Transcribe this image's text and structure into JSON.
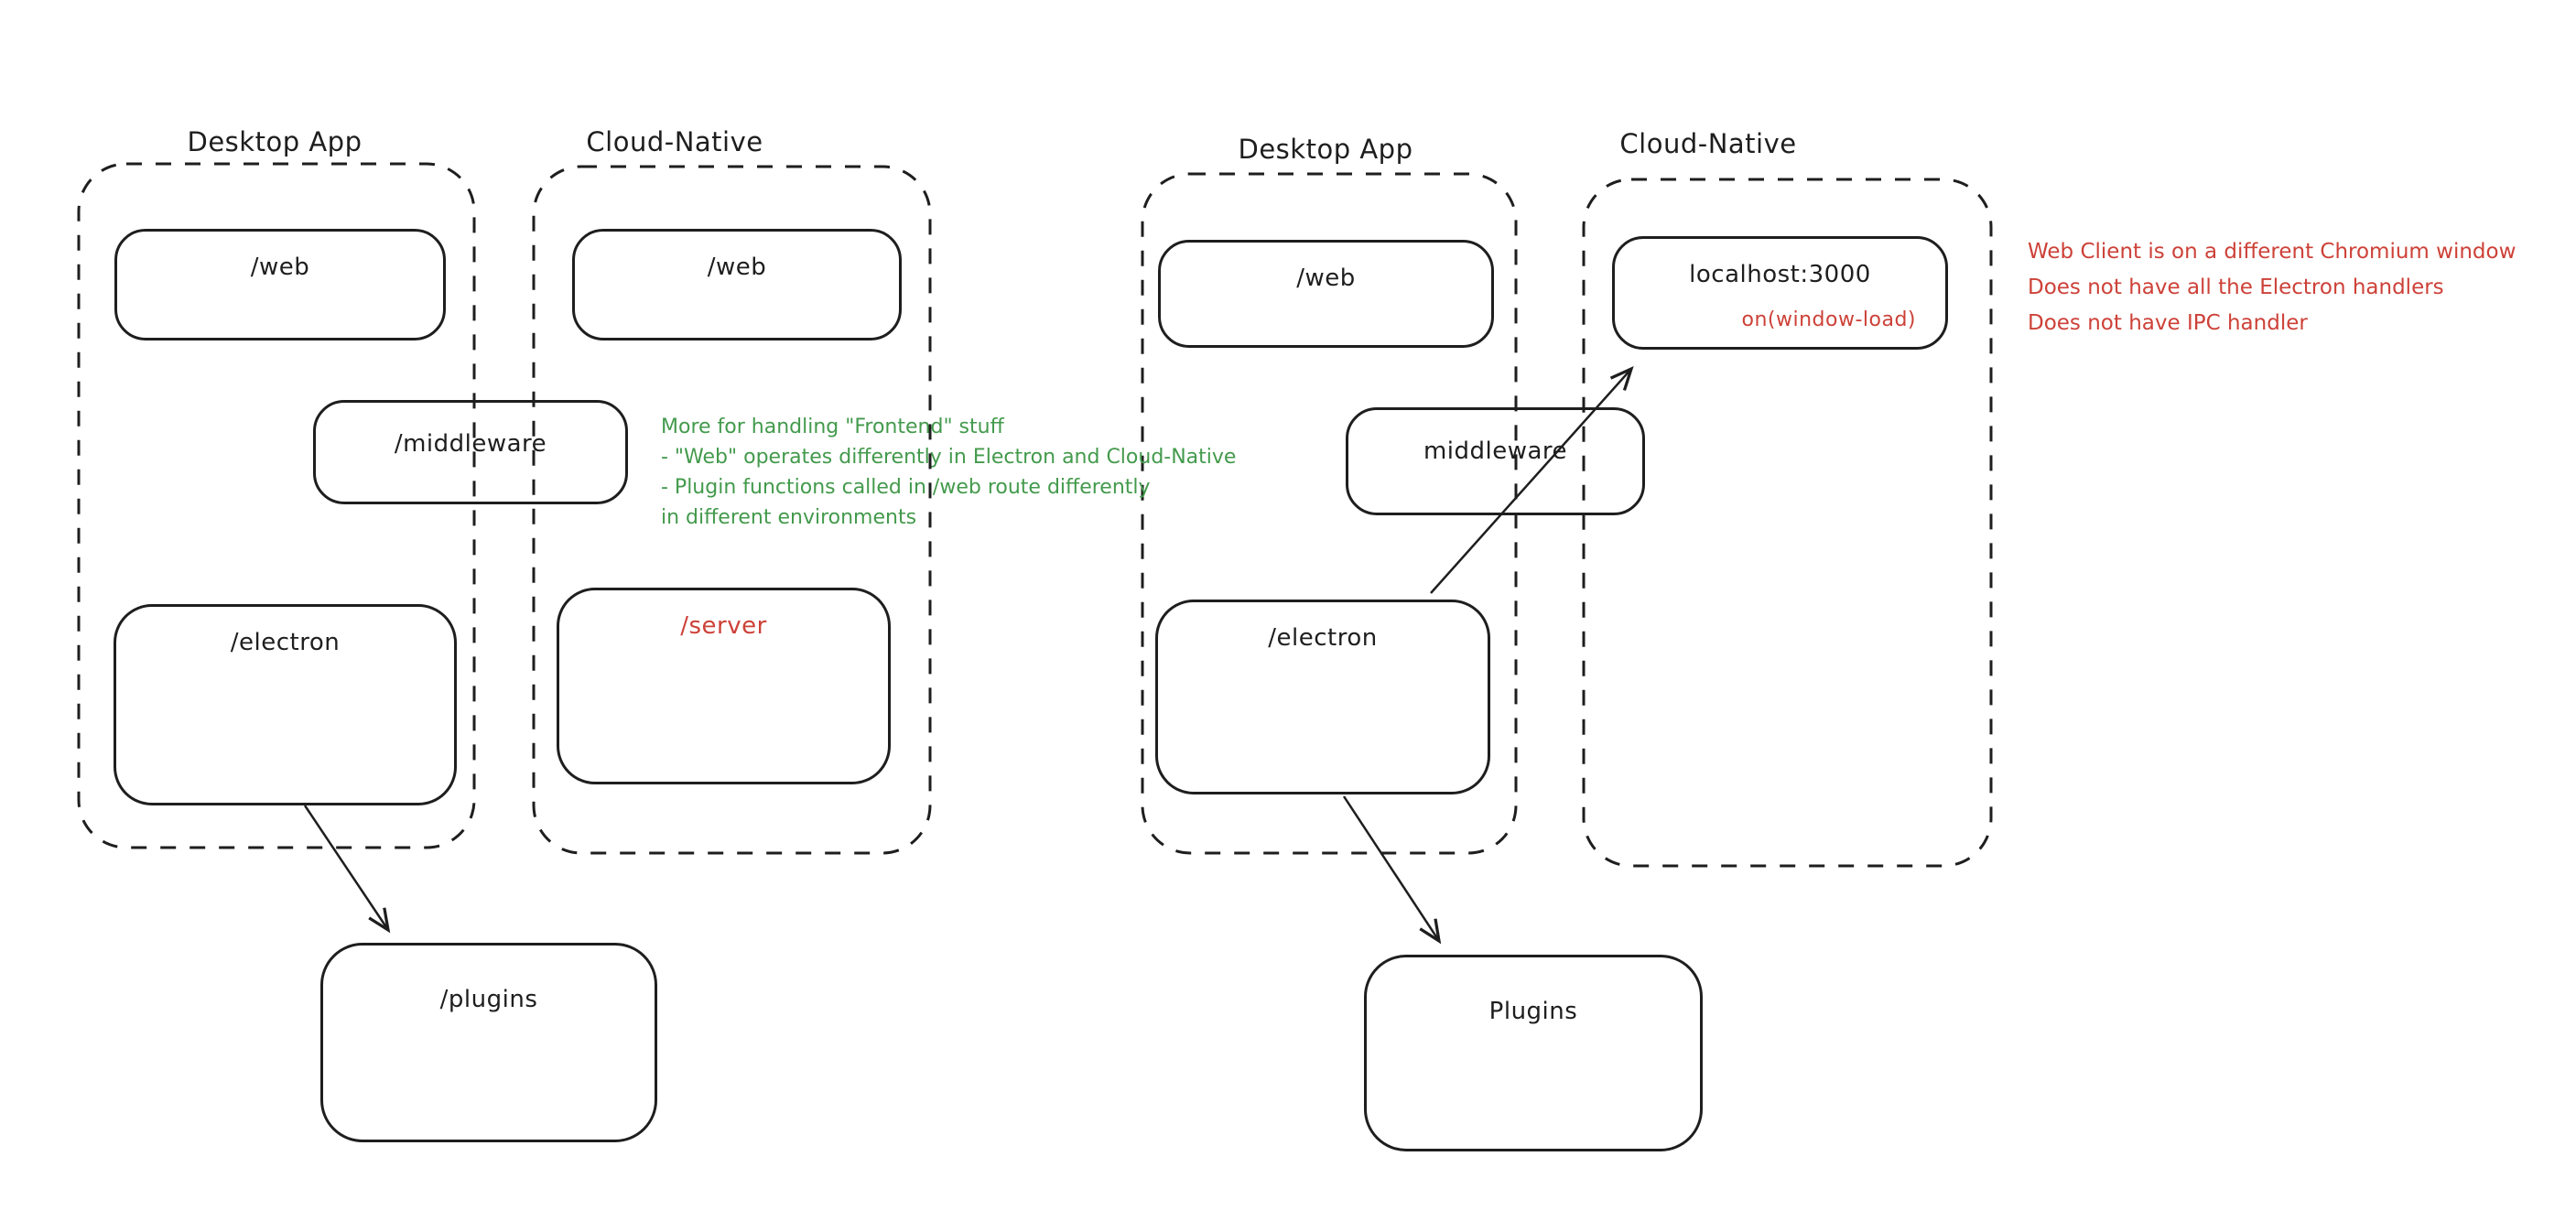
{
  "colors": {
    "stroke": "#1e1e1e",
    "green_note": "#439a4c",
    "red_accent": "#cd4138",
    "background": "#ffffff"
  },
  "left_diagram": {
    "desktop_container_label": "Desktop App",
    "cloud_container_label": "Cloud-Native",
    "desktop_web_box": "/web",
    "cloud_web_box": "/web",
    "middleware_box": "/middleware",
    "electron_box": "/electron",
    "server_box": "/server",
    "plugins_box": "/plugins"
  },
  "right_diagram": {
    "desktop_container_label": "Desktop App",
    "cloud_container_label": "Cloud-Native",
    "desktop_web_box": "/web",
    "localhost_box": "localhost:3000",
    "localhost_box_annotation": "on(window-load)",
    "middleware_box": "middleware",
    "electron_box": "/electron",
    "plugins_box": "Plugins"
  },
  "notes": {
    "green_note_lines": [
      "More for handling \"Frontend\" stuff",
      "- \"Web\" operates differently in Electron and Cloud-Native",
      "- Plugin functions called in /web route differently",
      "in different environments"
    ],
    "red_note_lines": [
      "Web Client is on a different Chromium window",
      "Does not have all the Electron handlers",
      "Does not have IPC handler"
    ]
  }
}
